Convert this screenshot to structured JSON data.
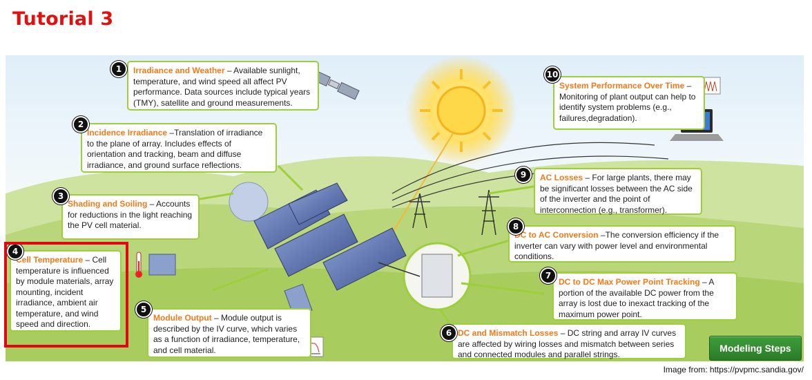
{
  "page": {
    "title": "Tutorial 3",
    "credit": "Image from: https://pvpmc.sandia.gov/",
    "button": "Modeling Steps"
  },
  "colors": {
    "title": "#e0110f",
    "heading": "#f07b1b",
    "callout_border": "#9ccf3a",
    "highlight_box": "#e30613",
    "button": "#2f8a2c"
  },
  "steps": [
    {
      "num": "1",
      "title": "Irradiance and Weather",
      "text": " – Available sunlight, temperature, and wind speed all affect PV performance.  Data sources include typical years (TMY), satellite and ground measurements."
    },
    {
      "num": "2",
      "title": "Incidence Irradiance",
      "text": " –Translation of irradiance to the plane of array.  Includes effects of orientation and tracking, beam and diffuse irradiance, and ground surface reflections."
    },
    {
      "num": "3",
      "title": "Shading and  Soiling",
      "text": " – Accounts for reductions in the light reaching the PV cell material."
    },
    {
      "num": "4",
      "title": "Cell Temperature",
      "text": " – Cell temperature is influenced by module materials, array mounting, incident irradiance, ambient air temperature, and wind speed and direction."
    },
    {
      "num": "5",
      "title": "Module Output",
      "text": " – Module output is described by the IV curve, which varies as a function of irradiance, temperature, and cell material."
    },
    {
      "num": "6",
      "title": "DC and Mismatch Losses",
      "text": " – DC string and array IV curves are affected by wiring losses and mismatch between series and connected modules and parallel strings."
    },
    {
      "num": "7",
      "title": "DC to DC Max Power Point Tracking",
      "text": " – A portion of the available DC power from the array is lost due to inexact tracking of the maximum power point."
    },
    {
      "num": "8",
      "title": "DC to AC Conversion",
      "text": " –The conversion efficiency if the inverter can vary with power level and environmental conditions."
    },
    {
      "num": "9",
      "title": "AC Losses",
      "text": " – For large plants, there may be significant losses between the AC side of the inverter and the point of interconnection (e.g., transformer)."
    },
    {
      "num": "10",
      "title": "System Performance Over Time",
      "text": " –Monitoring of plant output can help to identify system problems (e.g., failures,degradation)."
    }
  ]
}
